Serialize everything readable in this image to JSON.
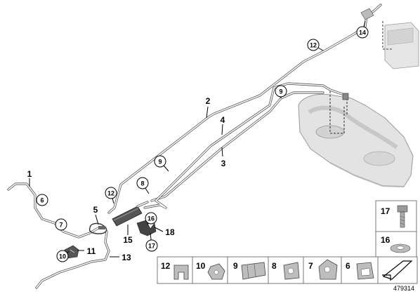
{
  "diagram_id": "479314",
  "callouts": {
    "c1": "1",
    "c2": "2",
    "c3": "3",
    "c4": "4",
    "c5": "5",
    "c6": "6",
    "c7": "7",
    "c8": "8",
    "c9a": "9",
    "c9b": "9",
    "c10": "10",
    "c11": "11",
    "c12a": "12",
    "c12b": "12",
    "c13": "13",
    "c14": "14",
    "c15": "15",
    "c16": "16",
    "c17": "17",
    "c18": "18"
  },
  "parts_tray": [
    "12",
    "10",
    "9",
    "8",
    "7",
    "6"
  ],
  "side_parts": {
    "p17": "17",
    "p16": "16"
  }
}
